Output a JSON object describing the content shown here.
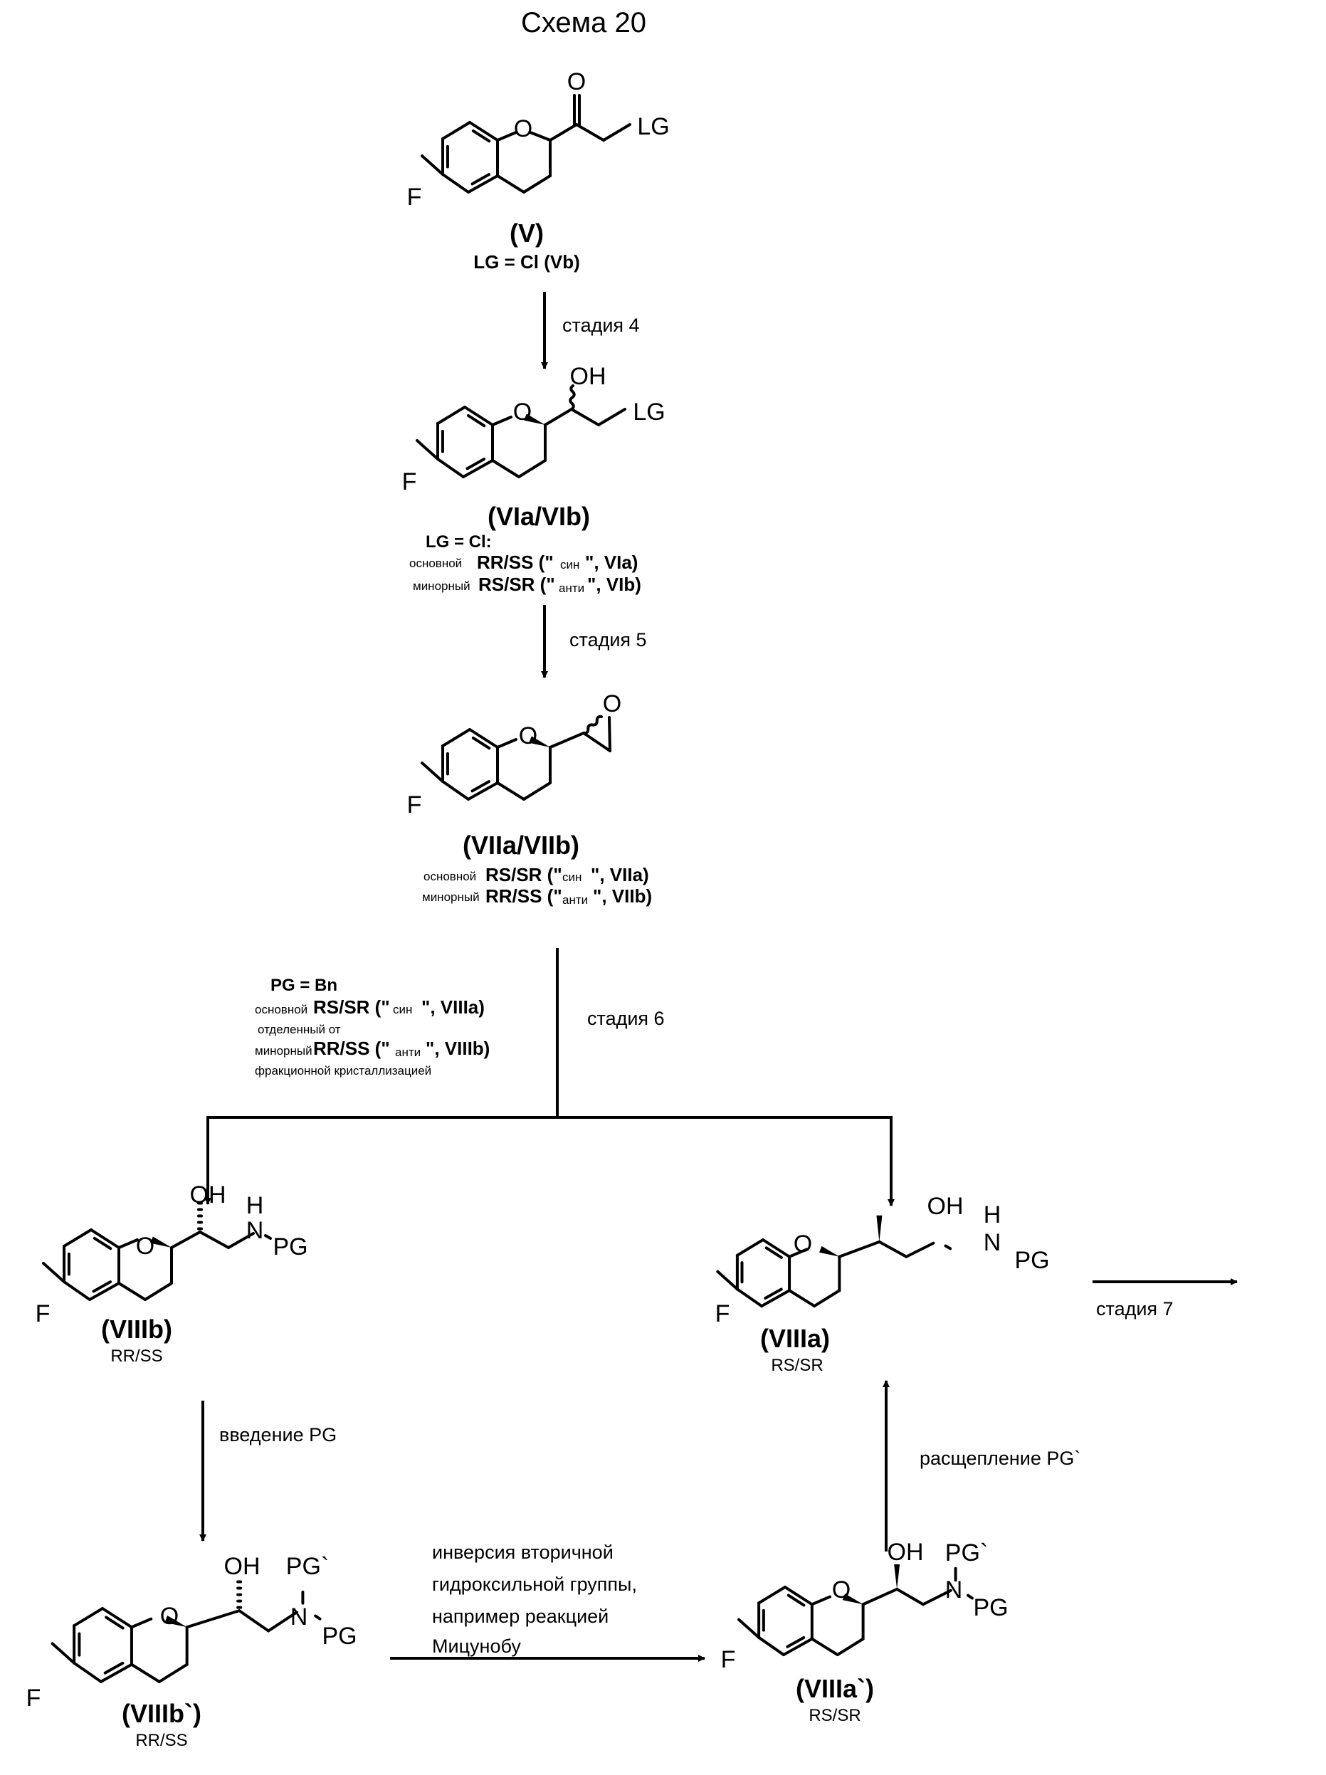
{
  "title": "Схема 20",
  "compounds": {
    "V": {
      "name": "(V)",
      "note": "LG = Cl (Vb)",
      "atoms": {
        "F": "F",
        "O_ring": "O",
        "O_keto": "O",
        "LG": "LG"
      }
    },
    "VI": {
      "name": "(VIa/VIb)",
      "note": "LG = Cl:",
      "atoms": {
        "F": "F",
        "O_ring": "O",
        "OH": "OH",
        "LG": "LG"
      },
      "major": {
        "prefix": "основной",
        "config": "RR/SS (\"",
        "isomer": "син",
        "suffix": "\", VIa)"
      },
      "minor": {
        "prefix": "минорный",
        "config": "RS/SR (\"",
        "isomer": "анти",
        "suffix": "\", VIb)"
      }
    },
    "VII": {
      "name": "(VIIa/VIIb)",
      "atoms": {
        "F": "F",
        "O_ring": "O",
        "O_epoxide": "O"
      },
      "major": {
        "prefix": "основной",
        "config": "RS/SR (\"",
        "isomer": "син",
        "suffix": "\", VIIa)"
      },
      "minor": {
        "prefix": "минорный",
        "config": "RR/SS (\"",
        "isomer": "анти",
        "suffix": "\", VIIb)"
      }
    },
    "VIIIb": {
      "name": "(VIIIb)",
      "config": "RR/SS",
      "atoms": {
        "F": "F",
        "O_ring": "O",
        "OH": "OH",
        "H": "H",
        "N": "N",
        "PG": "PG"
      }
    },
    "VIIIa": {
      "name": "(VIIIa)",
      "config": "RS/SR",
      "atoms": {
        "F": "F",
        "O_ring": "O",
        "OH": "OH",
        "H": "H",
        "N": "N",
        "PG": "PG"
      }
    },
    "VIIIb_prime": {
      "name": "(VIIIb`)",
      "config": "RR/SS",
      "atoms": {
        "F": "F",
        "O_ring": "O",
        "OH": "OH",
        "PG_prime": "PG`",
        "N": "N",
        "PG": "PG"
      }
    },
    "VIIIa_prime": {
      "name": "(VIIIa`)",
      "config": "RS/SR",
      "atoms": {
        "F": "F",
        "O_ring": "O",
        "OH": "OH",
        "PG_prime": "PG`",
        "N": "N",
        "PG": "PG"
      }
    }
  },
  "step6_conditions": {
    "pg": "PG = Bn",
    "major": {
      "prefix": "основной",
      "config": "RS/SR (\"",
      "isomer": "син",
      "suffix": "\", VIIIa)"
    },
    "separated": "отделенный от",
    "minor": {
      "prefix": "минорный",
      "config": "RR/SS (\"",
      "isomer": "анти",
      "suffix": "\", VIIIb)"
    },
    "method": "фракционной кристаллизацией"
  },
  "steps": {
    "step4": "стадия 4",
    "step5": "стадия 5",
    "step6": "стадия 6",
    "step7": "стадия 7",
    "pg_intro": "введение PG",
    "pg_cleave": "расщепление PG`",
    "inversion": [
      "инверсия вторичной",
      "гидроксильной группы,",
      "например реакцией",
      "Мицунобу"
    ]
  }
}
